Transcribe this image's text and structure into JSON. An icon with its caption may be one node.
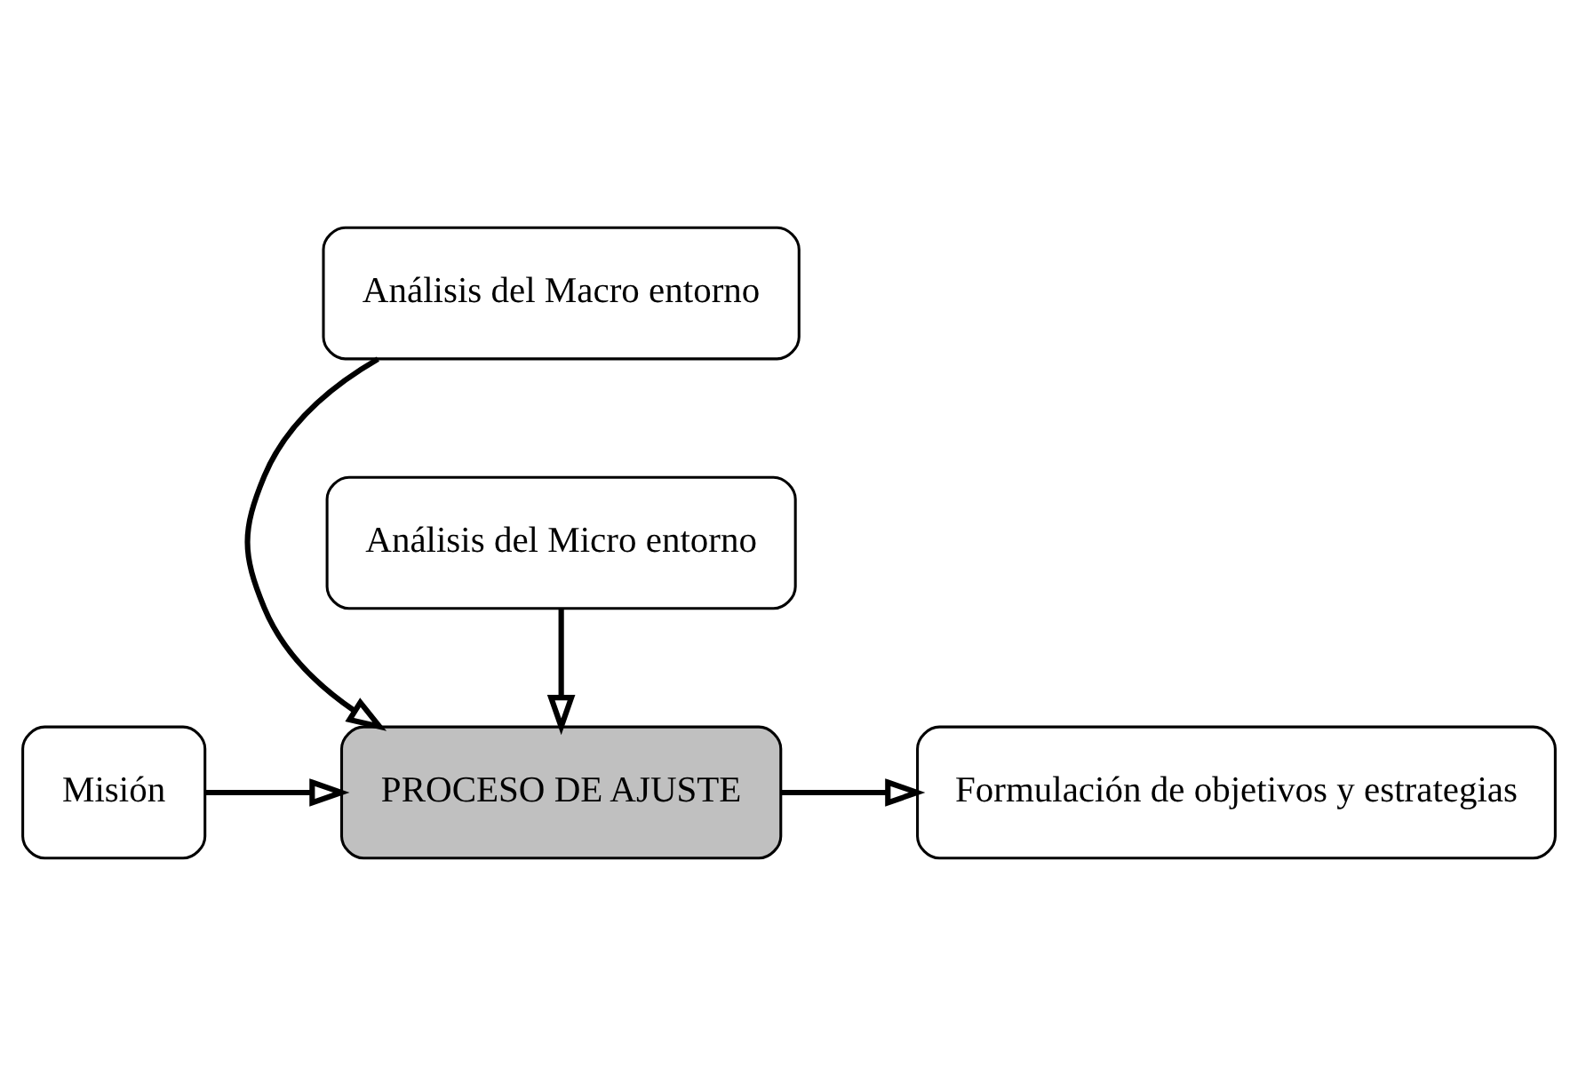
{
  "diagram": {
    "nodes": [
      {
        "text": [
          "Análisis del Macro entorno"
        ]
      },
      {
        "text": [
          "Misión"
        ]
      },
      {
        "text": [
          "PROCESO DE AJUSTE"
        ]
      },
      {
        "text": [
          "Formulación de objetivos y estrategias"
        ]
      },
      {
        "text": [
          "Análisis del Micro entorno"
        ]
      }
    ],
    "edges": [
      {
        "from": 0,
        "to": 2,
        "arrow": "to"
      },
      {
        "from": 1,
        "to": 2,
        "arrow": "to"
      },
      {
        "from": 2,
        "to": 3,
        "arrow": "to"
      },
      {
        "from": 4,
        "to": 2,
        "arrow": "to"
      }
    ]
  }
}
